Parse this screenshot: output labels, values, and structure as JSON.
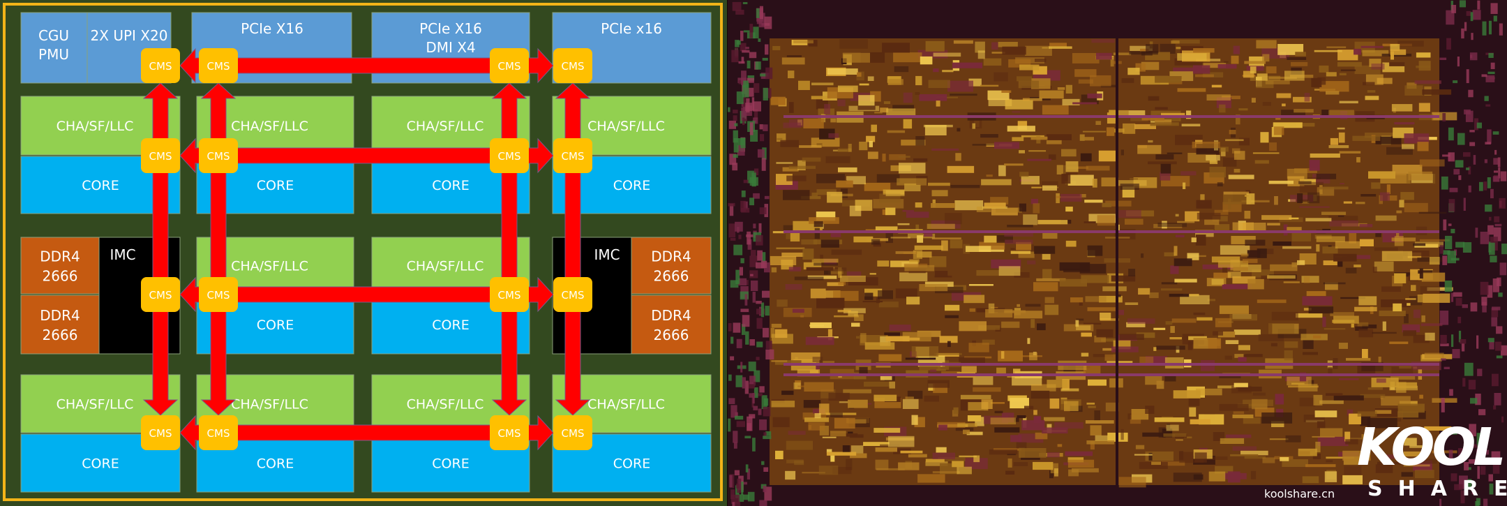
{
  "diagram": {
    "top_row": [
      {
        "lines": [
          "CGU",
          "PMU"
        ]
      },
      {
        "lines": [
          "2X UPI X20"
        ]
      },
      {
        "lines": [
          "PCIe X16"
        ]
      },
      {
        "lines": [
          "PCIe X16",
          "DMI X4"
        ]
      },
      {
        "lines": [
          "PCIe x16"
        ]
      }
    ],
    "cha_label": "CHA/SF/LLC",
    "core_label": "CORE",
    "imc_label": "IMC",
    "ddr_lines": [
      "DDR4",
      "2666"
    ],
    "cms_label": "CMS",
    "colors": {
      "background": "#33491f",
      "border": "#f2b418",
      "io": "#5b9bd5",
      "cha": "#92d050",
      "core": "#00b0f0",
      "ddr": "#c55a11",
      "imc": "#000000",
      "cms": "#ffc000",
      "mesh": "#ff0000"
    }
  },
  "watermark": {
    "logo_top": "KOOL",
    "logo_bottom": "SHARE",
    "site": "koolshare.cn"
  }
}
